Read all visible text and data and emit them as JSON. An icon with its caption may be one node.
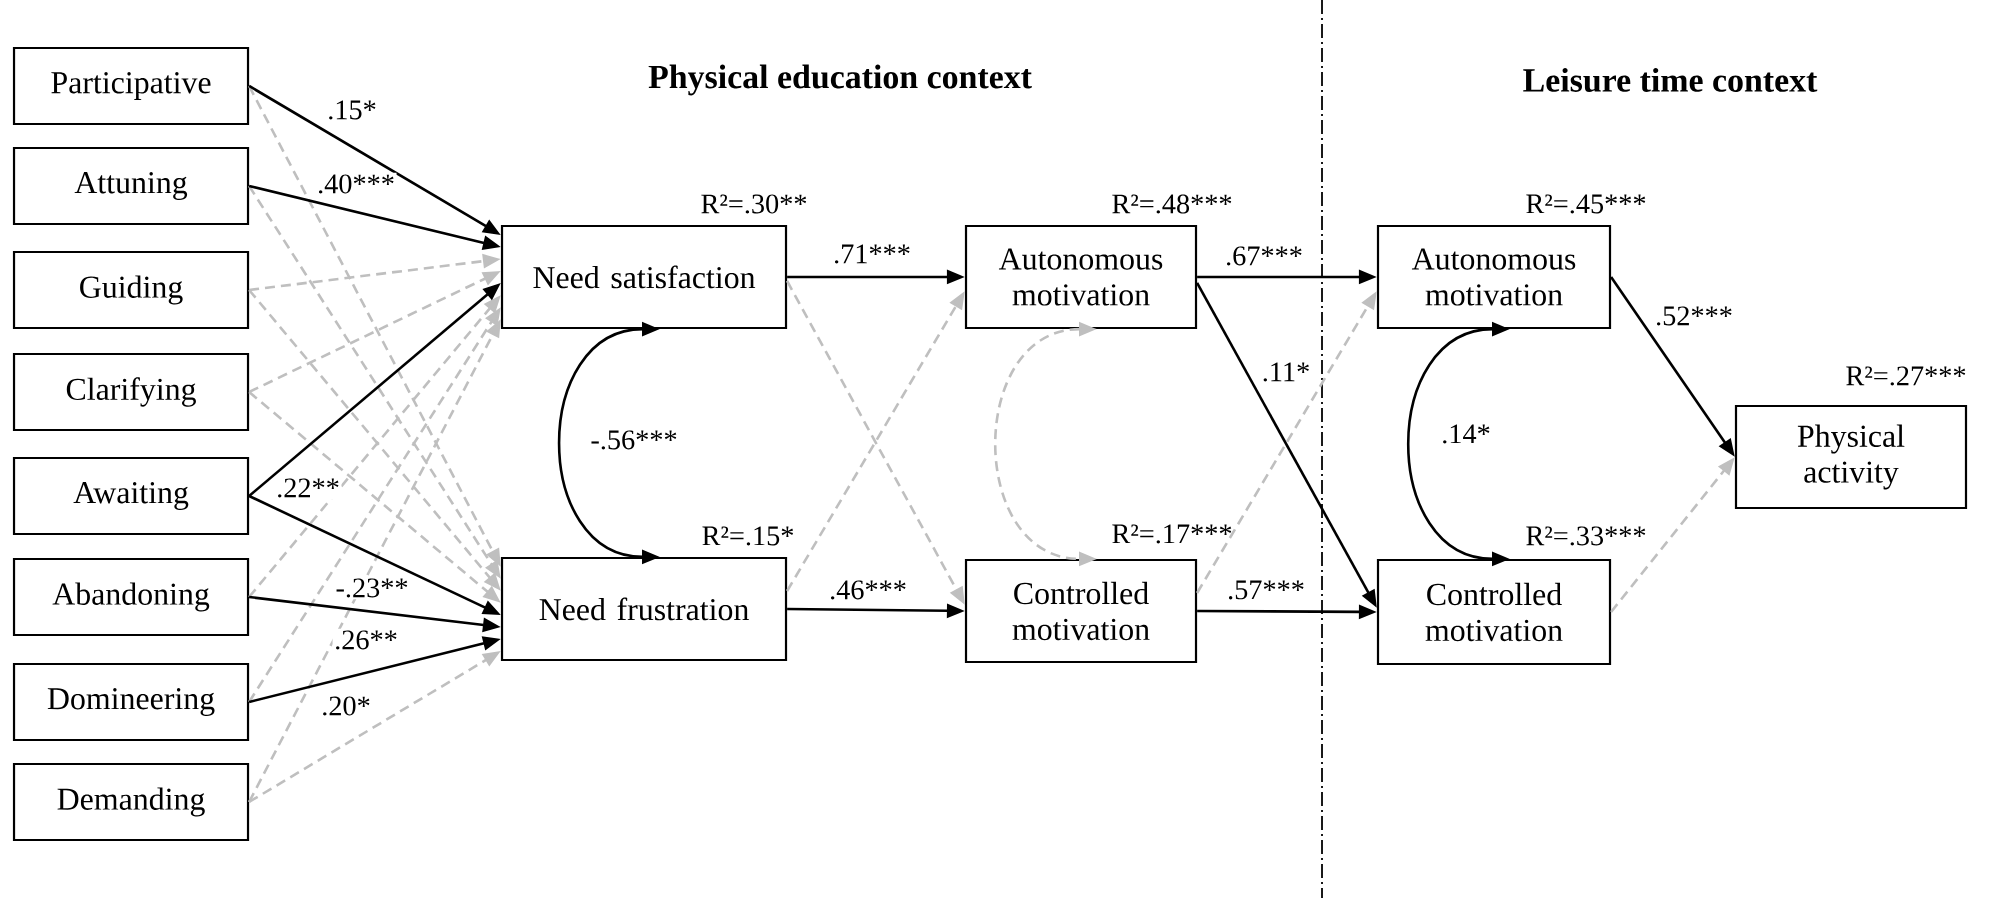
{
  "diagram": {
    "nodes": [
      {
        "text": [
          "Participative"
        ]
      },
      {
        "text": [
          "Attuning"
        ]
      },
      {
        "text": [
          "Guiding"
        ]
      },
      {
        "text": [
          "Clarifying"
        ]
      },
      {
        "text": [
          "Awaiting"
        ]
      },
      {
        "text": [
          "Abandoning"
        ]
      },
      {
        "text": [
          "Domineering"
        ]
      },
      {
        "text": [
          "Demanding"
        ]
      },
      {
        "text": [
          "Need satisfaction"
        ],
        "beside": [
          "R²=.30**"
        ]
      },
      {
        "text": [
          "Need frustration"
        ],
        "beside": [
          "R²=.15*"
        ]
      },
      {
        "text": [
          "Autonomous motivation"
        ],
        "beside": [
          "R²=.48***"
        ]
      },
      {
        "text": [
          "Controlled motivation"
        ],
        "beside": [
          "R²=.17***"
        ]
      },
      {
        "text": [
          "Autonomous motivation"
        ],
        "beside": [
          "R²=.45***"
        ]
      },
      {
        "text": [
          "Controlled motivation"
        ],
        "beside": [
          "R²=.33***"
        ]
      },
      {
        "text": [
          "Physical activity"
        ],
        "beside": [
          "R²=.27***"
        ]
      }
    ],
    "edges": [
      {
        "from": 0,
        "to": 8,
        "arrow": "to",
        "label": ".15*",
        "color": "#000000"
      },
      {
        "from": 1,
        "to": 8,
        "arrow": "to",
        "label": ".40***",
        "color": "#000000"
      },
      {
        "from": 4,
        "to": 8,
        "arrow": "to",
        "label": ".22**",
        "color": "#000000"
      },
      {
        "from": 4,
        "to": 9,
        "arrow": "to",
        "label": "-.23**",
        "color": "#000000"
      },
      {
        "from": 5,
        "to": 9,
        "arrow": "to",
        "label": ".26**",
        "color": "#000000"
      },
      {
        "from": 6,
        "to": 9,
        "arrow": "to",
        "label": ".20*",
        "color": "#000000"
      },
      {
        "from": 0,
        "to": 9,
        "arrow": "to",
        "style": "dashed",
        "color": "#bfbfbf"
      },
      {
        "from": 1,
        "to": 9,
        "arrow": "to",
        "style": "dashed",
        "color": "#bfbfbf"
      },
      {
        "from": 2,
        "to": 8,
        "arrow": "to",
        "style": "dashed",
        "color": "#bfbfbf"
      },
      {
        "from": 2,
        "to": 9,
        "arrow": "to",
        "style": "dashed",
        "color": "#bfbfbf"
      },
      {
        "from": 3,
        "to": 8,
        "arrow": "to",
        "style": "dashed",
        "color": "#bfbfbf"
      },
      {
        "from": 3,
        "to": 9,
        "arrow": "to",
        "style": "dashed",
        "color": "#bfbfbf"
      },
      {
        "from": 5,
        "to": 8,
        "arrow": "to",
        "style": "dashed",
        "color": "#bfbfbf"
      },
      {
        "from": 6,
        "to": 8,
        "arrow": "to",
        "style": "dashed",
        "color": "#bfbfbf"
      },
      {
        "from": 7,
        "to": 8,
        "arrow": "to",
        "style": "dashed",
        "color": "#bfbfbf"
      },
      {
        "from": 7,
        "to": 9,
        "arrow": "to",
        "style": "dashed",
        "color": "#bfbfbf"
      },
      {
        "from": 8,
        "to": 10,
        "arrow": "to",
        "label": ".71***",
        "color": "#000000"
      },
      {
        "from": 9,
        "to": 11,
        "arrow": "to",
        "label": ".46***",
        "color": "#000000"
      },
      {
        "from": 8,
        "to": 11,
        "arrow": "to",
        "style": "dashed",
        "color": "#bfbfbf"
      },
      {
        "from": 9,
        "to": 10,
        "arrow": "to",
        "style": "dashed",
        "color": "#bfbfbf"
      },
      {
        "from": 8,
        "to": 9,
        "arrow": "both",
        "label": "-.56***",
        "color": "#000000"
      },
      {
        "from": 10,
        "to": 11,
        "arrow": "both",
        "style": "dashed",
        "color": "#bfbfbf"
      },
      {
        "from": 10,
        "to": 12,
        "arrow": "to",
        "label": ".67***",
        "color": "#000000"
      },
      {
        "from": 11,
        "to": 13,
        "arrow": "to",
        "label": ".57***",
        "color": "#000000"
      },
      {
        "from": 10,
        "to": 13,
        "arrow": "to",
        "label": ".11*",
        "color": "#000000"
      },
      {
        "from": 11,
        "to": 12,
        "arrow": "to",
        "style": "dashed",
        "color": "#bfbfbf"
      },
      {
        "from": 12,
        "to": 13,
        "arrow": "both",
        "label": ".14*",
        "color": "#000000"
      },
      {
        "from": 12,
        "to": 14,
        "arrow": "to",
        "label": ".52***",
        "color": "#000000"
      },
      {
        "from": 13,
        "to": 14,
        "arrow": "to",
        "style": "dashed",
        "color": "#bfbfbf"
      }
    ],
    "labels": [
      "Physical education context",
      "Leisure time context"
    ]
  }
}
